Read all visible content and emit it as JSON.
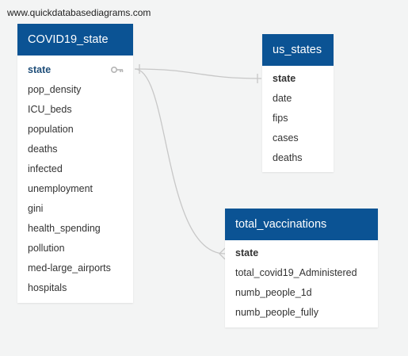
{
  "watermark": "www.quickdatabasediagrams.com",
  "tables": {
    "covid": {
      "title": "COVID19_state",
      "fields": [
        "state",
        "pop_density",
        "ICU_beds",
        "population",
        "deaths",
        "infected",
        "unemployment",
        "gini",
        "health_spending",
        "pollution",
        "med-large_airports",
        "hospitals"
      ]
    },
    "us_states": {
      "title": "us_states",
      "fields": [
        "state",
        "date",
        "fips",
        "cases",
        "deaths"
      ]
    },
    "vaccinations": {
      "title": "total_vaccinations",
      "fields": [
        "state",
        "total_covid19_Administered",
        "numb_people_1d",
        "numb_people_fully"
      ]
    }
  },
  "icons": {
    "primary_key": "key-icon"
  },
  "colors": {
    "header": "#0b5394",
    "connector": "#c7c7c7",
    "background": "#f3f4f4"
  }
}
